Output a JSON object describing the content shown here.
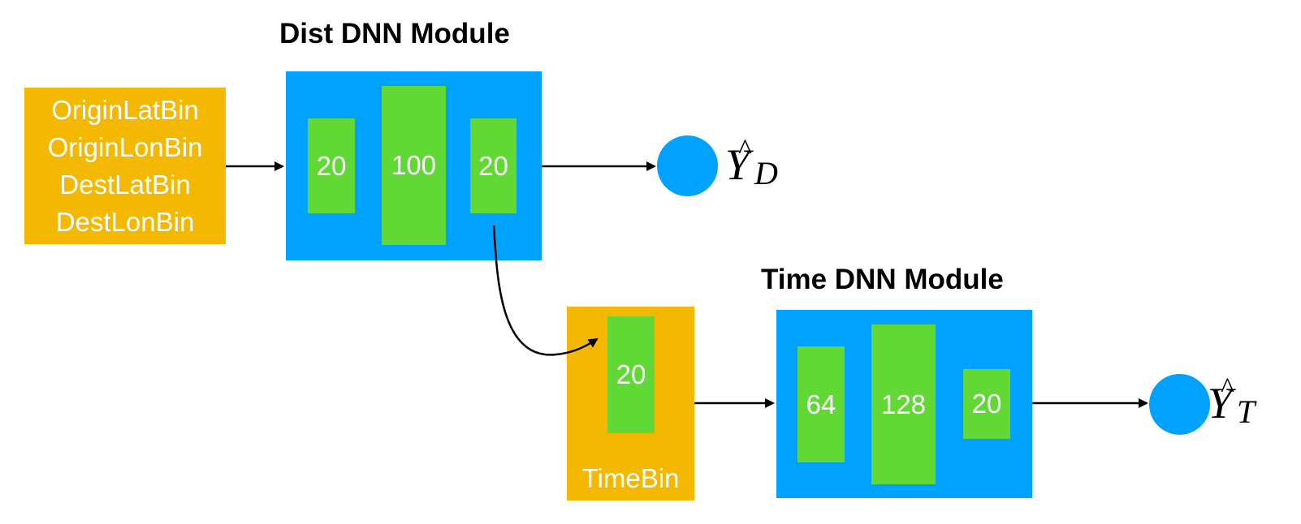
{
  "colors": {
    "input": "#F5B800",
    "module": "#00A2FF",
    "layer": "#61D836",
    "output": "#00A2FF",
    "text_on_color": "#FFFFFF",
    "arrow": "#000000"
  },
  "dist_module": {
    "title": "Dist DNN Module",
    "inputs": [
      "OriginLatBin",
      "OriginLonBin",
      "DestLatBin",
      "DestLonBin"
    ],
    "layers": [
      "20",
      "100",
      "20"
    ],
    "output": {
      "symbol": "Y",
      "hat": "^",
      "subscript": "D"
    }
  },
  "time_module": {
    "title": "Time DNN Module",
    "input": {
      "layer": "20",
      "label": "TimeBin"
    },
    "layers": [
      "64",
      "128",
      "20"
    ],
    "output": {
      "symbol": "Y",
      "hat": "^",
      "subscript": "T"
    }
  }
}
